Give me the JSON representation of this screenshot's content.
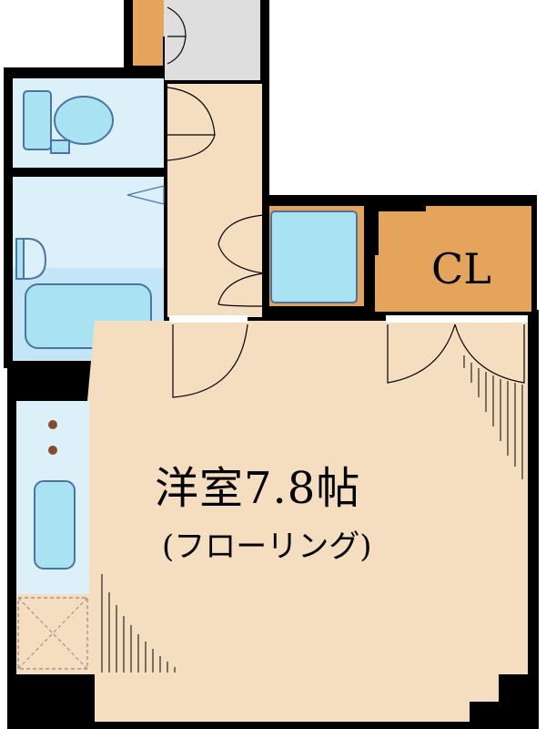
{
  "plan": {
    "main_room": {
      "label": "洋室7.8帖",
      "floor": "(フローリング)"
    },
    "closet": {
      "label": "CL"
    },
    "fixtures": [
      "toilet-icon",
      "bathtub-icon",
      "washbasin-icon",
      "washing-machine-pan-icon",
      "kitchen-sink-icon",
      "stove-burner-icon",
      "refrigerator-space-icon",
      "door-swing-icon"
    ],
    "colors": {
      "wall": "#000000",
      "floor": "#f5ddbf",
      "wet_area": "#dcf0fa",
      "fixture": "#a9e3f2",
      "fixture_stroke": "#4a73a8",
      "closet": "#e4a45c",
      "hallway_closet": "#dedede",
      "burner": "#8a4a2a"
    }
  }
}
